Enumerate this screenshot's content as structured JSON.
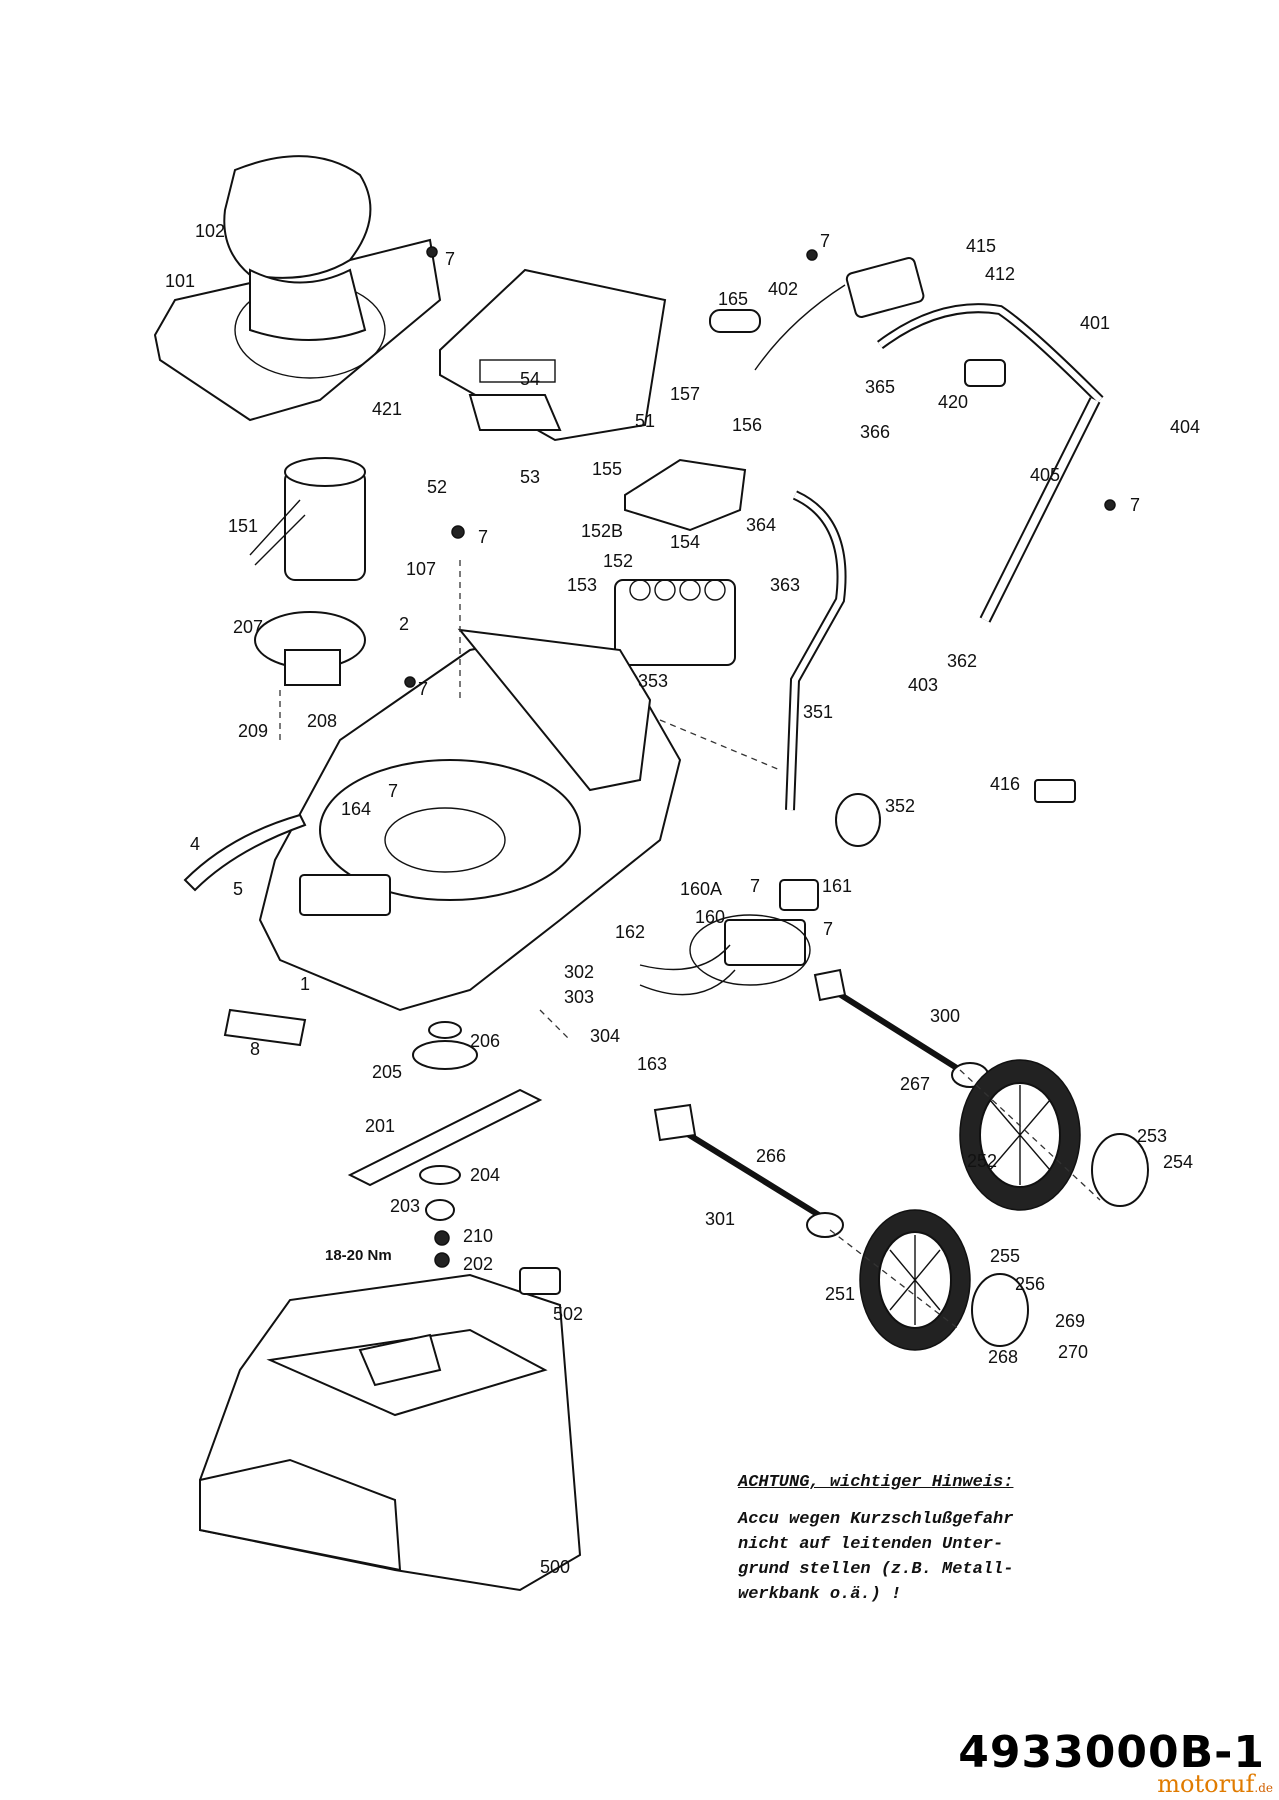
{
  "document_number": "4933000B-1",
  "watermark": {
    "brand": "motoruf",
    "suffix": ".de"
  },
  "torque_note": "18-20 Nm",
  "warning": {
    "heading": "ACHTUNG, wichtiger Hinweis:",
    "lines": [
      "Accu wegen Kurzschlußgefahr",
      "nicht auf leitenden Unter-",
      "grund stellen (z.B. Metall-",
      "werkbank o.ä.) !"
    ]
  },
  "part_labels": [
    "102",
    "7",
    "101",
    "421",
    "54",
    "51",
    "52",
    "53",
    "7",
    "415",
    "402",
    "412",
    "165",
    "401",
    "157",
    "365",
    "156",
    "420",
    "366",
    "404",
    "155",
    "405",
    "7",
    "151",
    "152B",
    "154",
    "364",
    "7",
    "107",
    "153",
    "152",
    "363",
    "207",
    "2",
    "353",
    "362",
    "7",
    "403",
    "209",
    "208",
    "351",
    "7",
    "164",
    "352",
    "416",
    "4",
    "5",
    "160A",
    "7",
    "161",
    "160",
    "7",
    "162",
    "1",
    "302",
    "303",
    "300",
    "8",
    "206",
    "304",
    "163",
    "205",
    "267",
    "201",
    "266",
    "253",
    "252",
    "254",
    "204",
    "203",
    "301",
    "210",
    "202",
    "255",
    "502",
    "256",
    "251",
    "269",
    "268",
    "270",
    "500"
  ]
}
